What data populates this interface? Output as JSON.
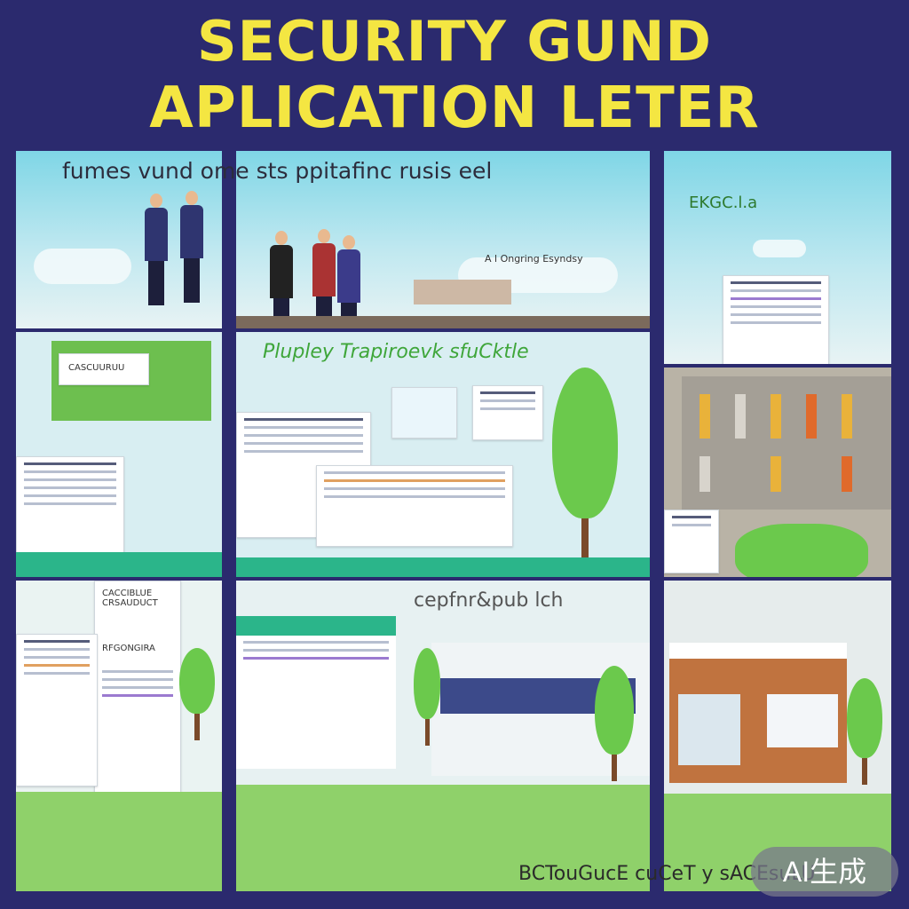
{
  "header": {
    "title_line1": "SECURITY GUND",
    "title_line2": "APLICATION LETER"
  },
  "panels": {
    "top_caption": "fumes vund  ome sts ppitafinc rusis eel",
    "small_caption": "A l Ongring Esyndsy",
    "green_text": "Plupley  Trapiroevk sfuCktle",
    "top_right_scrawl": "EKGC.l.a",
    "left_doc_title": "CASCUURUU",
    "lower_left_doc": "CACCIBLUE CRSAUDUCT",
    "lower_left_doc2": "RFGONGIRA",
    "mid_scrawl": "cepfnr&pub lch",
    "footer_scrawl": "BCTouGucE cuCeT y sACEsuLU"
  },
  "badge": {
    "label": "AI生成"
  },
  "colors": {
    "background": "#2b2a6e",
    "title": "#f4e642",
    "grass": "#8fd16a",
    "sky": "#7fd6e6"
  }
}
